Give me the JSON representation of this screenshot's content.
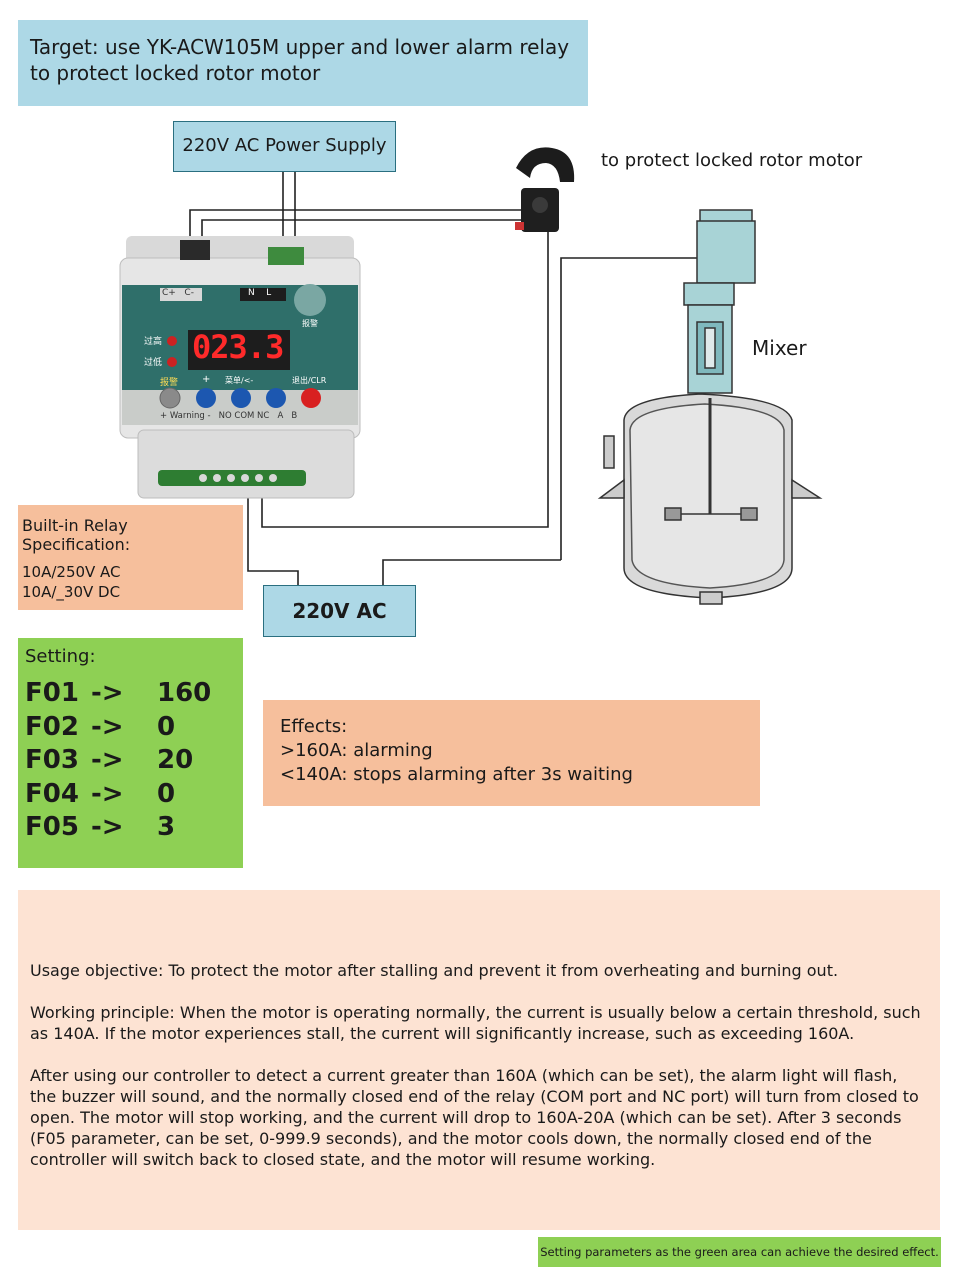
{
  "title": {
    "line1": "Target: use YK-ACW105M upper and lower alarm relay",
    "line2": "to protect locked rotor motor"
  },
  "power_supply": "220V AC Power Supply",
  "protect_label": "to protect locked rotor motor",
  "mixer_label": "Mixer",
  "device": {
    "display": "023.3",
    "terminal_top_left": "C+   C-",
    "terminal_top_right": "N    L",
    "indicator_high": "过高",
    "indicator_low": "过低",
    "buzzer_label": "报警",
    "button_warning_label": "报警",
    "button_plus_label": "+",
    "button_menu_label": "菜单/<-",
    "button_exit_label": "退出/CLR",
    "bottom_labels": "+ Warning -   NO COM NC   A   B",
    "colors": {
      "body": "#e4e4e4",
      "panel": "#2f6f6a",
      "display": "#ff2222"
    }
  },
  "relay_spec": {
    "title": "Built-in Relay Specification:",
    "lines": [
      "10A/250V AC",
      "10A/_30V DC"
    ]
  },
  "ac_label": "220V AC",
  "setting": {
    "title": "Setting:",
    "rows": [
      {
        "code": "F01",
        "arrow": "->",
        "value": "160"
      },
      {
        "code": "F02",
        "arrow": "->",
        "value": "0"
      },
      {
        "code": "F03",
        "arrow": "->",
        "value": "20"
      },
      {
        "code": "F04",
        "arrow": "->",
        "value": "0"
      },
      {
        "code": "F05",
        "arrow": "->",
        "value": "3"
      }
    ]
  },
  "effects": {
    "title": "Effects:",
    "lines": [
      ">160A: alarming",
      "<140A: stops alarming after 3s waiting"
    ]
  },
  "description": [
    "Usage objective: To protect the motor after stalling and prevent it from overheating and burning out.",
    "Working principle: When the motor is operating normally, the current is usually below a certain threshold, such as 140A. If the motor experiences stall, the current will significantly increase, such as exceeding 160A.",
    "After using our controller to detect a current greater than 160A (which can be set), the alarm light will flash, the buzzer will sound, and the normally closed end of the relay (COM port and NC port) will turn from closed to open. The motor will stop working, and the current will drop to 160A-20A (which can be set). After 3 seconds (F05 parameter, can be set, 0-999.9 seconds), and the motor cools down, the normally closed end of the controller will switch back to closed state, and the motor will resume working."
  ],
  "footer_note": "Setting parameters as the green area can achieve the desired effect.",
  "colors": {
    "blue_box": "#add8e6",
    "orange_box": "#f6bf9c",
    "green_box": "#8ed054",
    "light_box": "#fde3d3"
  }
}
